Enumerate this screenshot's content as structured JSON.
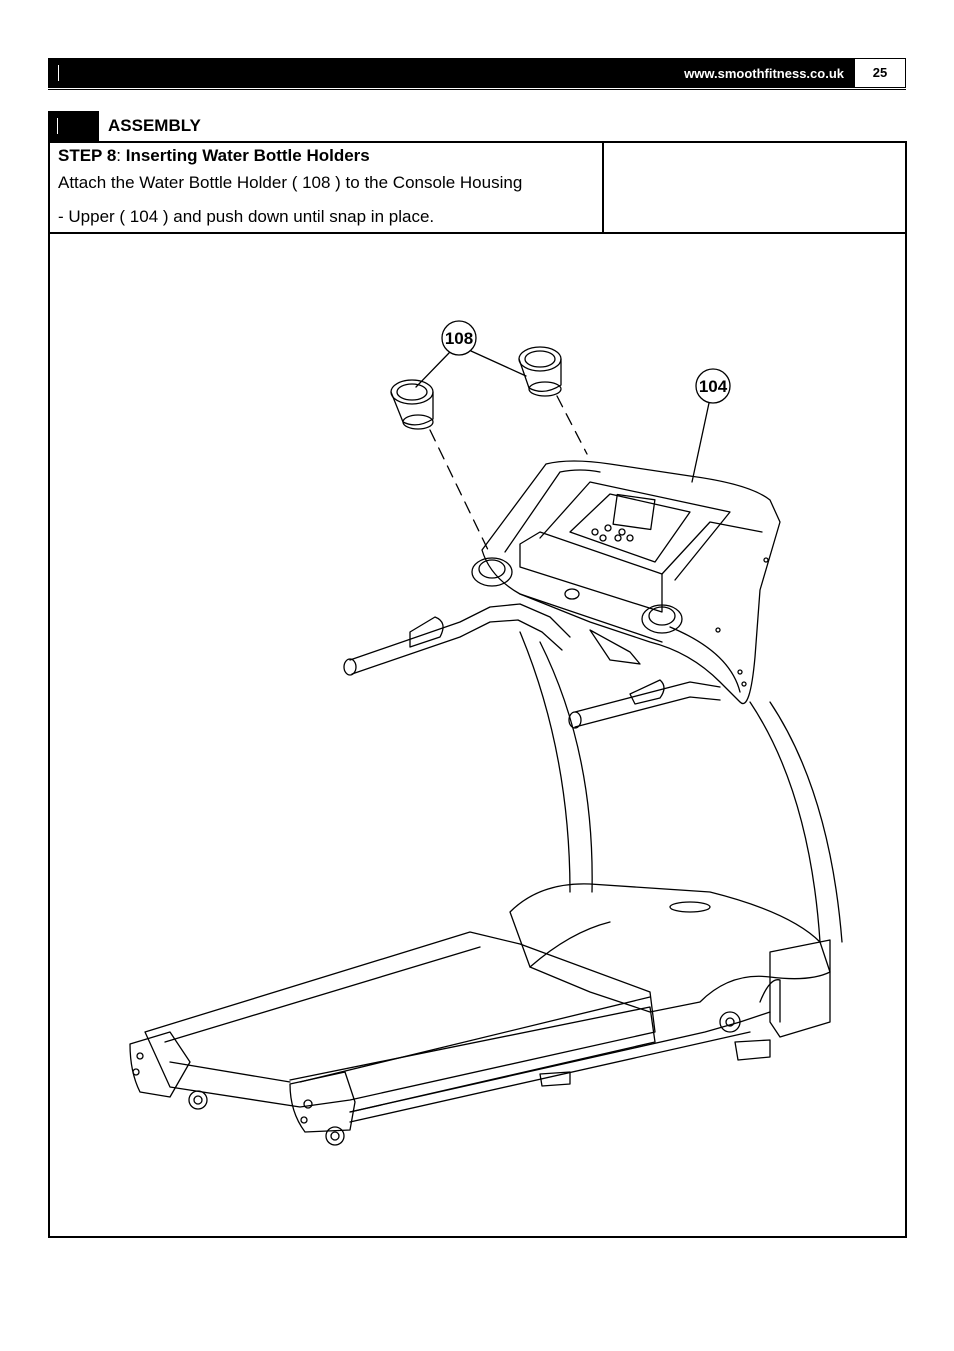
{
  "header": {
    "url": "www.smoothfitness.co.uk",
    "page_number": "25"
  },
  "section": {
    "title": "ASSEMBLY"
  },
  "step": {
    "label": "STEP 8",
    "separator": ": ",
    "title": "Inserting Water Bottle Holders",
    "line1": "Attach the Water Bottle Holder ( 108 ) to the Console Housing",
    "line2": "- Upper ( 104 ) and push down until snap in place."
  },
  "diagram": {
    "callouts": [
      "108",
      "104"
    ]
  }
}
